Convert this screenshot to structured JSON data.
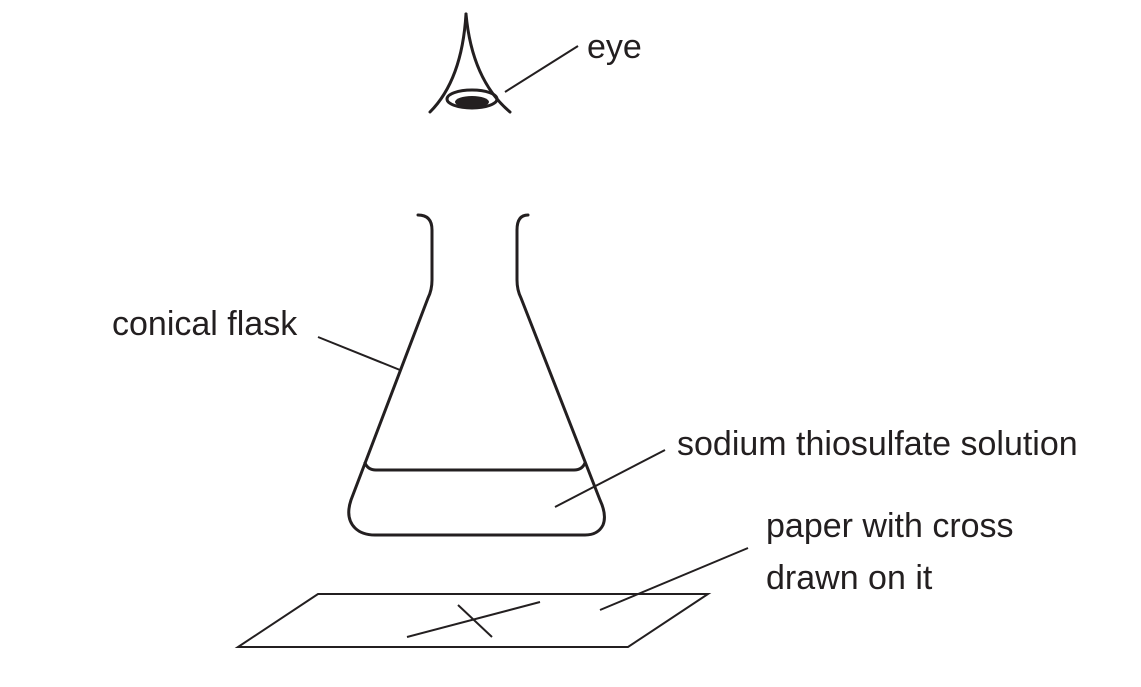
{
  "labels": {
    "eye": "eye",
    "conical_flask": "conical flask",
    "solution": "sodium thiosulfate solution",
    "paper_line1": "paper with cross",
    "paper_line2": "drawn on it"
  }
}
